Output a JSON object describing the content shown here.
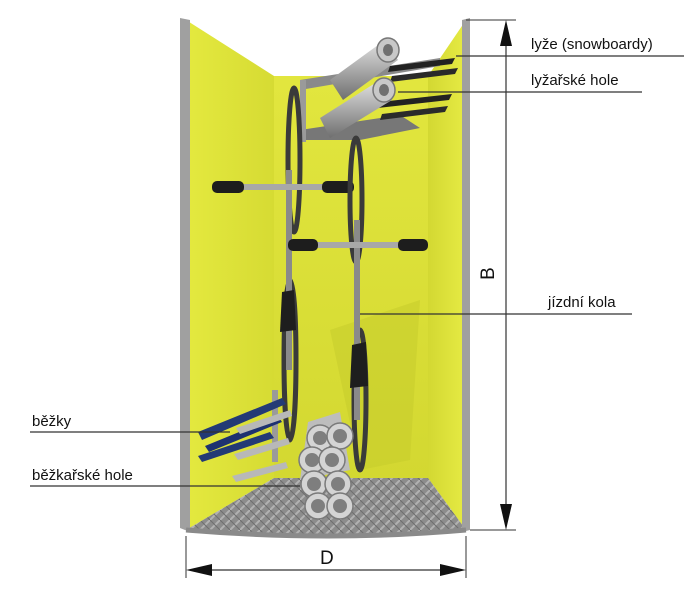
{
  "colors": {
    "wall": "#dde23a",
    "wall_shadow": "#c8cd2c",
    "frame": "#9a9a9a",
    "floor": "#8e8e8e",
    "leader": "#333333"
  },
  "labels": {
    "skis_snowboards": "lyže (snowboardy)",
    "ski_poles": "lyžařské hole",
    "bicycles": "jízdní kola",
    "xc_skis": "běžky",
    "xc_poles": "běžkařské hole"
  },
  "dimensions": {
    "height": "B",
    "depth": "D"
  }
}
